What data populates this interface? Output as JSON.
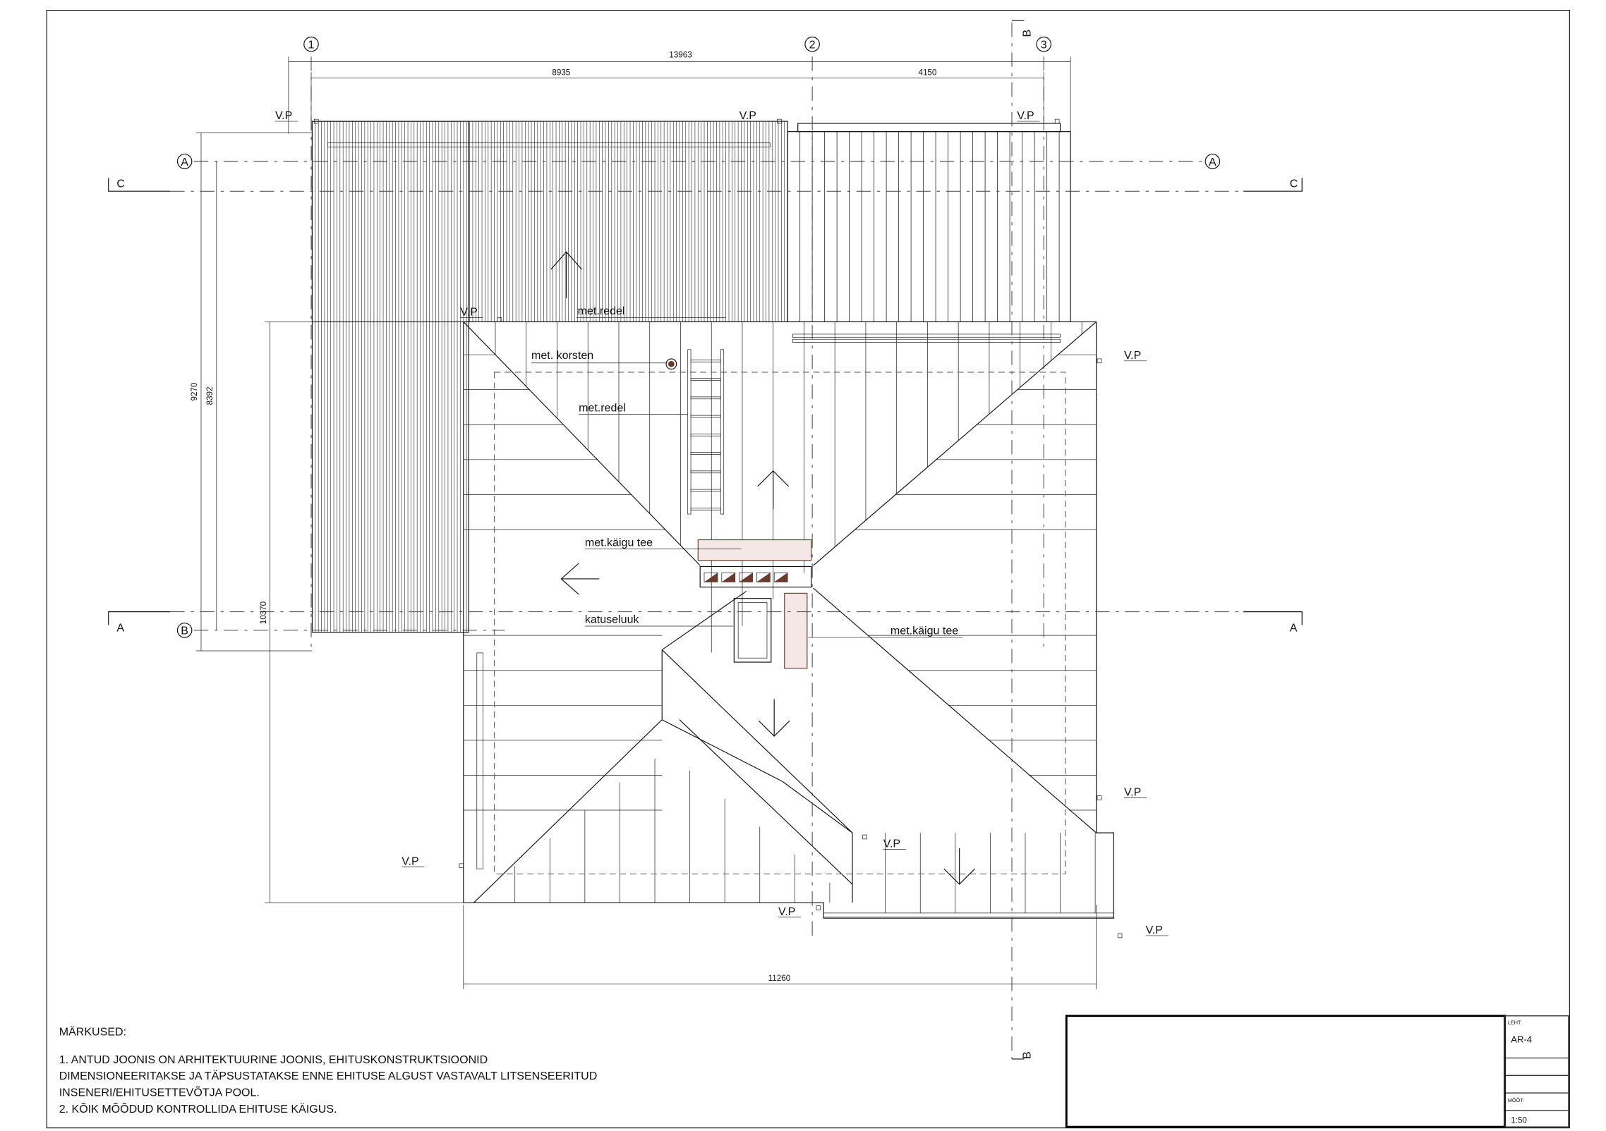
{
  "grid": {
    "cols": [
      "1",
      "2",
      "3"
    ],
    "rows": [
      "A",
      "B"
    ]
  },
  "sections": {
    "c_left": "C",
    "c_right": "C",
    "a_left": "A",
    "a_right": "A",
    "b_top": "B",
    "b_bottom": "B"
  },
  "dimensions": {
    "total_top": "13963",
    "left_top": "8935",
    "right_top": "4150",
    "vert_outer": "9270",
    "vert_inner": "8392",
    "vert_lower": "10370",
    "bottom": "11260"
  },
  "labels": {
    "vp": "V.P",
    "met_redel_1": "met.redel",
    "met_korsten": "met. korsten",
    "met_redel_2": "met.redel",
    "met_kaigu_tee_1": "met.käigu tee",
    "katuseluuk": "katuseluuk",
    "met_kaigu_tee_2": "met.käigu tee"
  },
  "notes": {
    "title": "MÄRKUSED:",
    "lines": [
      "1. ANTUD JOONIS ON ARHITEKTUURINE JOONIS, EHITUSKONSTRUKTSIOONID",
      "DIMENSIONEERITAKSE JA TÄPSUSTATAKSE ENNE EHITUSE ALGUST VASTAVALT LITSENSEERITUD",
      "INSENERI/EHITUSETTEVÕTJA POOL.",
      "2. KÕIK MÕÕDUD KONTROLLIDA EHITUSE KÄIGUS."
    ]
  },
  "title_block": {
    "sheet_label": "LEHT:",
    "sheet": "AR-4",
    "scale_label": "MÕÕT:",
    "scale": "1:50"
  },
  "colors": {
    "accent": "#6b3a2e"
  }
}
